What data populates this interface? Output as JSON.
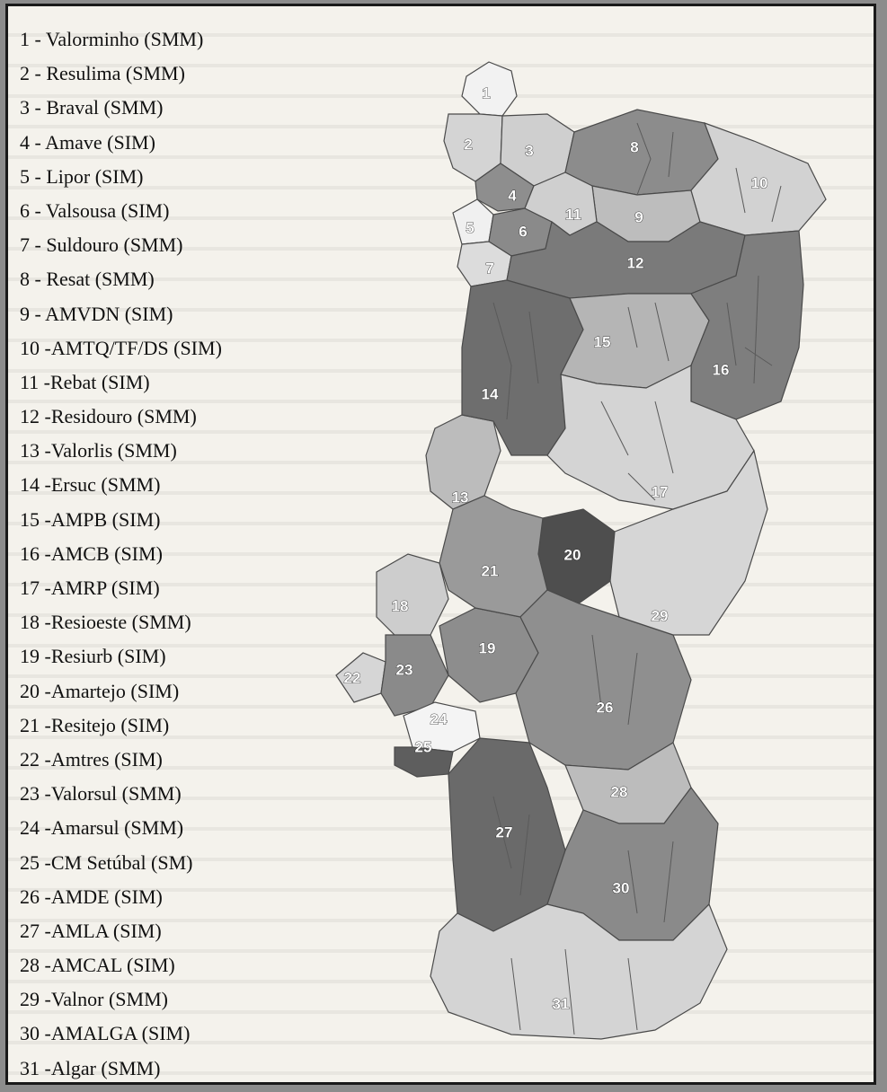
{
  "legend": [
    "1 - Valorminho (SMM)",
    "2 - Resulima (SMM)",
    "3 - Braval (SMM)",
    "4 - Amave (SIM)",
    "5 - Lipor (SIM)",
    "6 - Valsousa (SIM)",
    "7 - Suldouro (SMM)",
    "8 - Resat (SMM)",
    "9 - AMVDN (SIM)",
    "10 -AMTQ/TF/DS (SIM)",
    "11 -Rebat (SIM)",
    "12 -Residouro (SMM)",
    "13 -Valorlis (SMM)",
    "14 -Ersuc (SMM)",
    "15 -AMPB (SIM)",
    "16 -AMCB (SIM)",
    "17 -AMRP (SIM)",
    "18 -Resioeste (SMM)",
    "19 -Resiurb (SIM)",
    "20 -Amartejo (SIM)",
    "21 -Resitejo (SIM)",
    "22 -Amtres (SIM)",
    "23 -Valorsul (SMM)",
    "24 -Amarsul (SMM)",
    "25 -CM Setúbal (SM)",
    "26 -AMDE (SIM)",
    "27 -AMLA (SIM)",
    "28 -AMCAL (SIM)",
    "29 -Valnor (SMM)",
    "30 -AMALGA (SIM)",
    "31 -Algar (SMM)"
  ],
  "map_labels": [
    "1",
    "2",
    "3",
    "4",
    "5",
    "6",
    "7",
    "8",
    "9",
    "10",
    "11",
    "12",
    "13",
    "14",
    "15",
    "16",
    "17",
    "18",
    "19",
    "20",
    "21",
    "22",
    "23",
    "24",
    "25",
    "26",
    "27",
    "28",
    "29",
    "30",
    "31"
  ],
  "colors": {
    "background": "#8c8c8c",
    "panel": "#f4f2ec",
    "shade_white": "#f2f2f2",
    "shade_light": "#cfcfcf",
    "shade_mid": "#a8a8a8",
    "shade_dark": "#7a7a7a",
    "shade_darkest": "#555555"
  }
}
